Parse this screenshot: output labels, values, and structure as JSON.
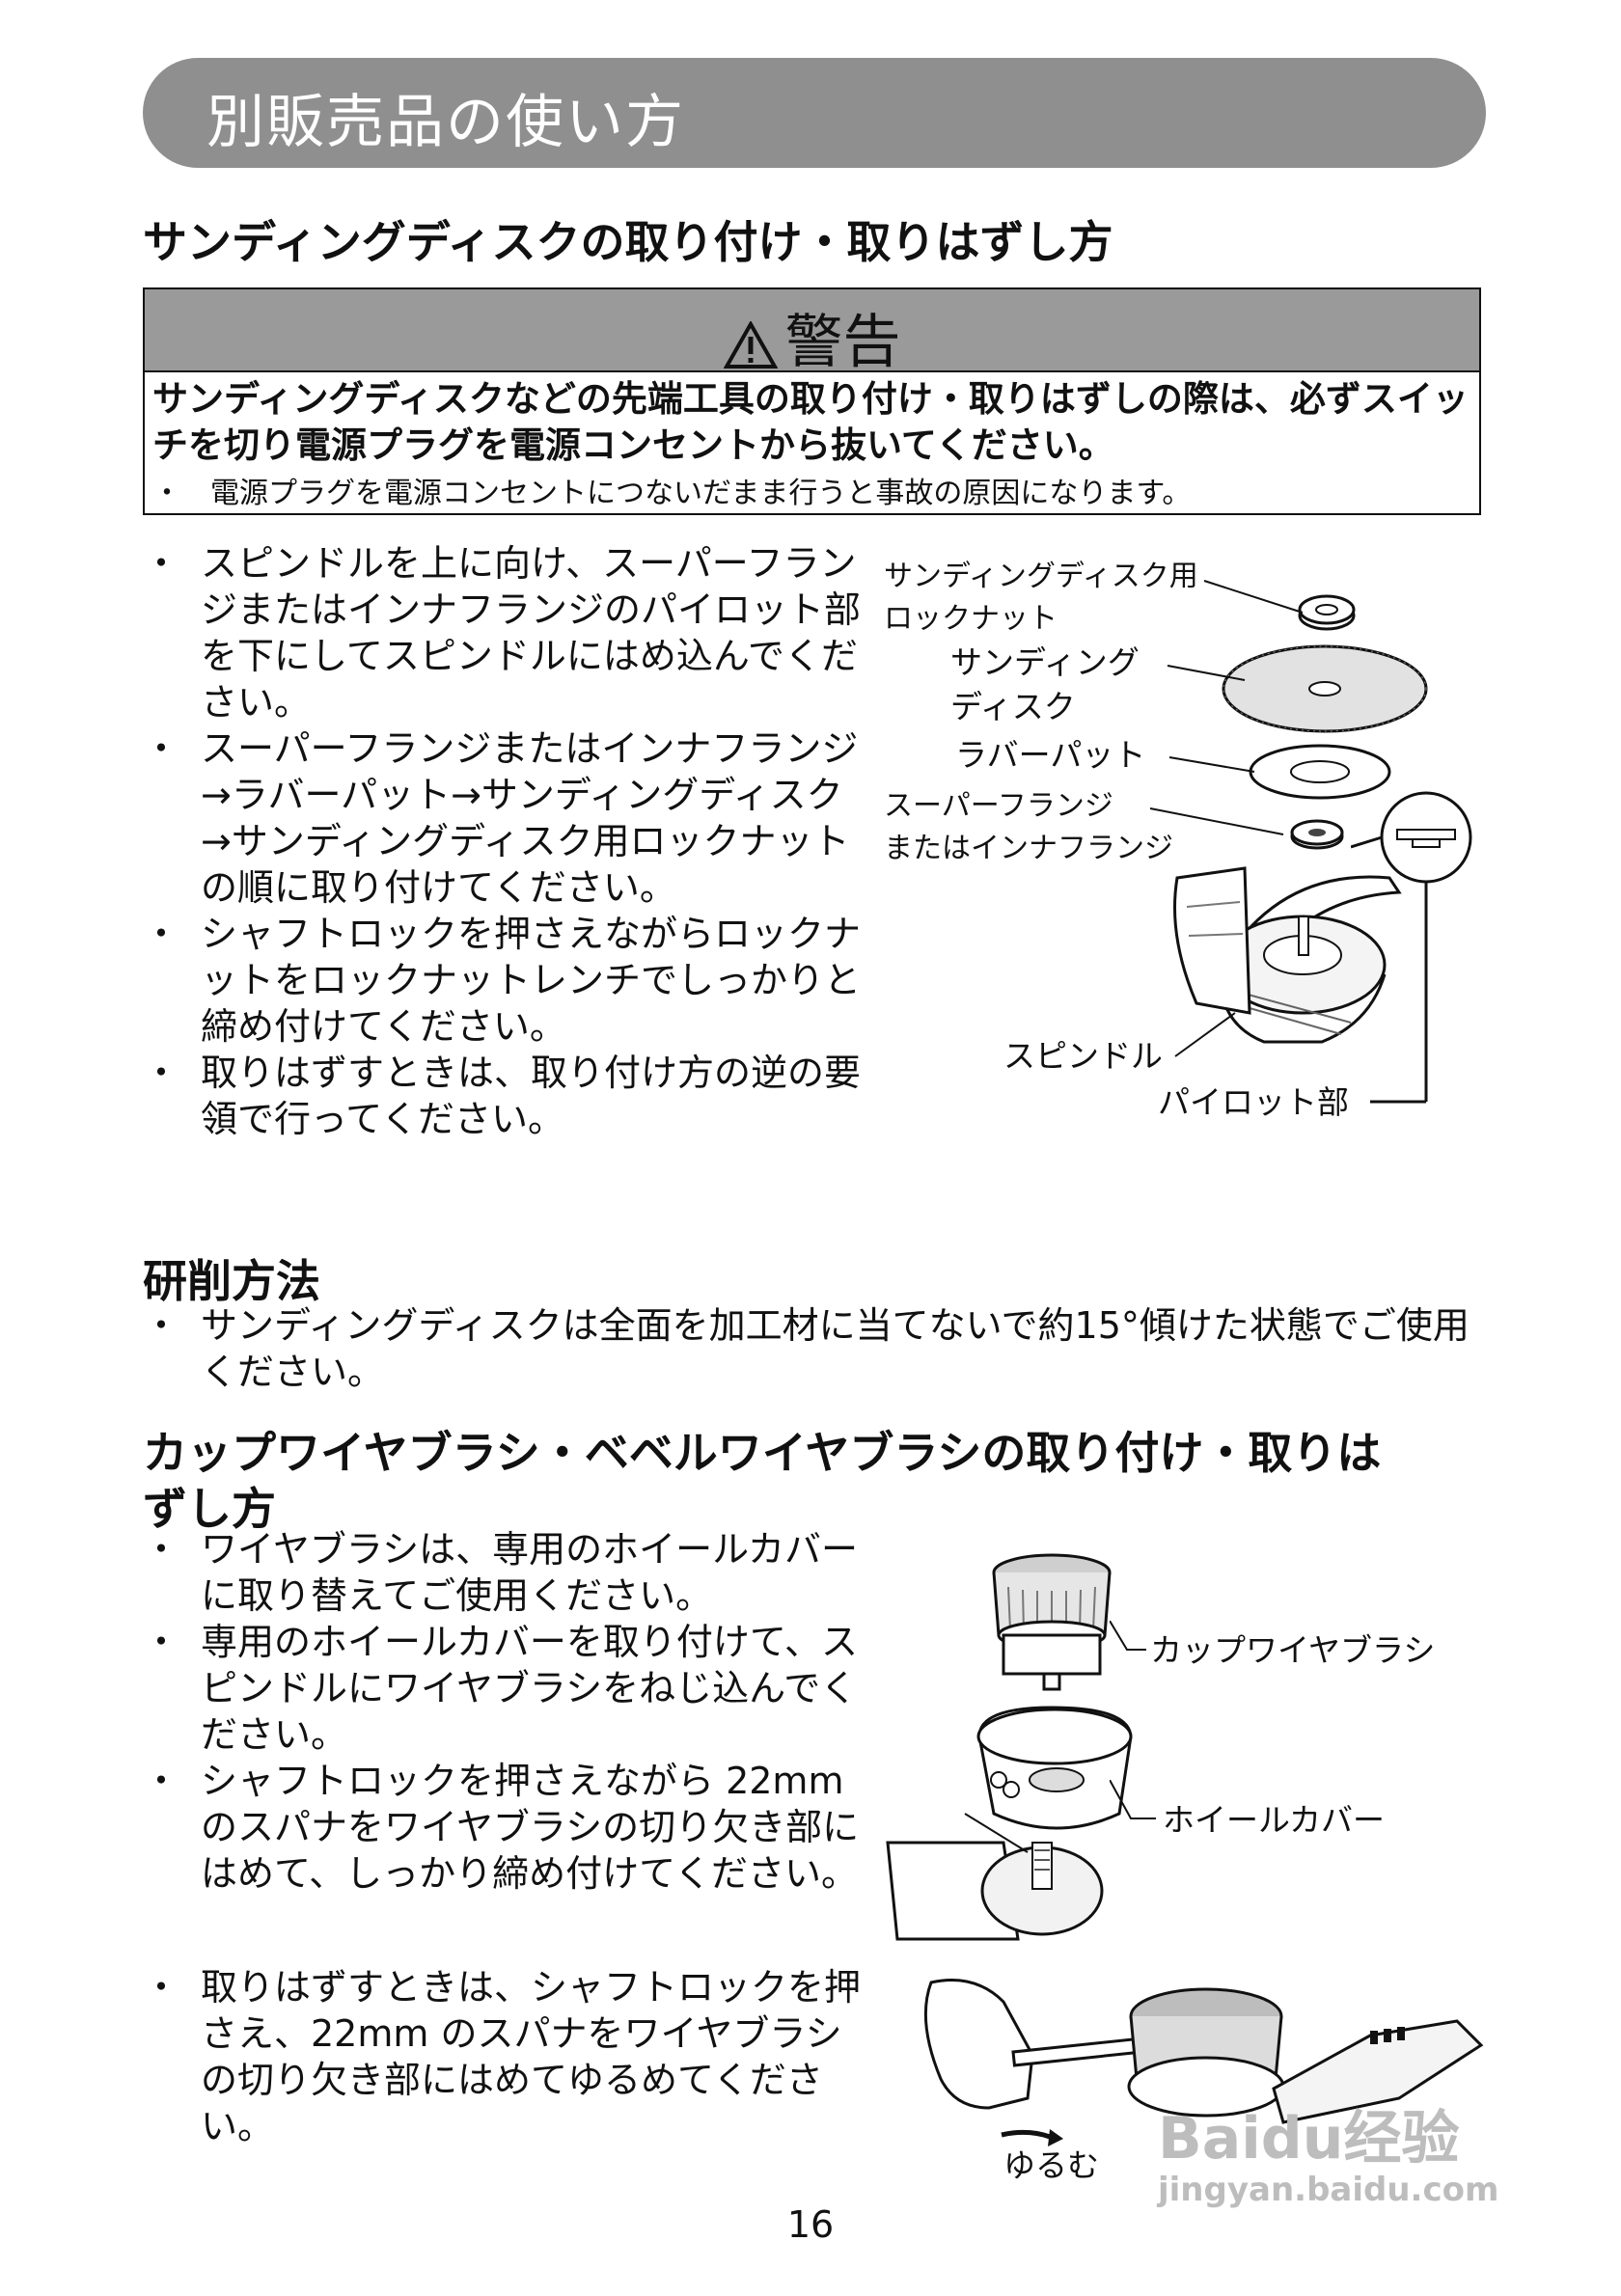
{
  "banner": {
    "title": "別販売品の使い方"
  },
  "section1": {
    "heading": "サンディングディスクの取り付け・取りはずし方",
    "warning": {
      "title": "警告",
      "bold": "サンディングディスクなどの先端工具の取り付け・取りはずしの際は、必ずスイッチを切り電源プラグを電源コンセントから抜いてください。",
      "note": "・　電源プラグを電源コンセントにつないだまま行うと事故の原因になります。"
    },
    "bullets": [
      "スピンドルを上に向け、スーパーフランジまたはインナフランジのパイロット部を下にしてスピンドルにはめ込んでください。",
      "スーパーフランジまたはインナフランジ→ラバーパット→サンディングディスク→サンディングディスク用ロックナットの順に取り付けてください。",
      "シャフトロックを押さえながらロックナットをロックナットレンチでしっかりと締め付けてください。",
      "取りはずすときは、取り付け方の逆の要領で行ってください。"
    ],
    "figure": {
      "locknut_l1": "サンディングディスク用",
      "locknut_l2": "ロックナット",
      "disc_l1": "サンディング",
      "disc_l2": "ディスク",
      "rubber": "ラバーパット",
      "flange_l1": "スーパーフランジ",
      "flange_l2": "またはインナフランジ",
      "spindle": "スピンドル",
      "pilot": "パイロット部"
    }
  },
  "section2": {
    "heading": "研削方法",
    "bullets": [
      "サンディングディスクは全面を加工材に当てないで約15°傾けた状態でご使用ください。"
    ]
  },
  "section3": {
    "heading_l1": "カップワイヤブラシ・ベベルワイヤブラシの取り付け・取りは",
    "heading_l2": "ずし方",
    "bullets": [
      "ワイヤブラシは、専用のホイールカバーに取り替えてご使用ください。",
      "専用のホイールカバーを取り付けて、スピンドルにワイヤブラシをねじ込んでください。",
      "シャフトロックを押さえながら 22mm のスパナをワイヤブラシの切り欠き部にはめて、しっかり締め付けてください。"
    ],
    "bullet_last": "取りはずすときは、シャフトロックを押さえ、22mm のスパナをワイヤブラシの切り欠き部にはめてゆるめてください。",
    "figure": {
      "cup_brush": "カップワイヤブラシ",
      "wheel_cover": "ホイールカバー",
      "loosen": "ゆるむ"
    }
  },
  "page_number": "16",
  "watermark": {
    "brand": "Baidu经验",
    "url": "jingyan.baidu.com"
  }
}
